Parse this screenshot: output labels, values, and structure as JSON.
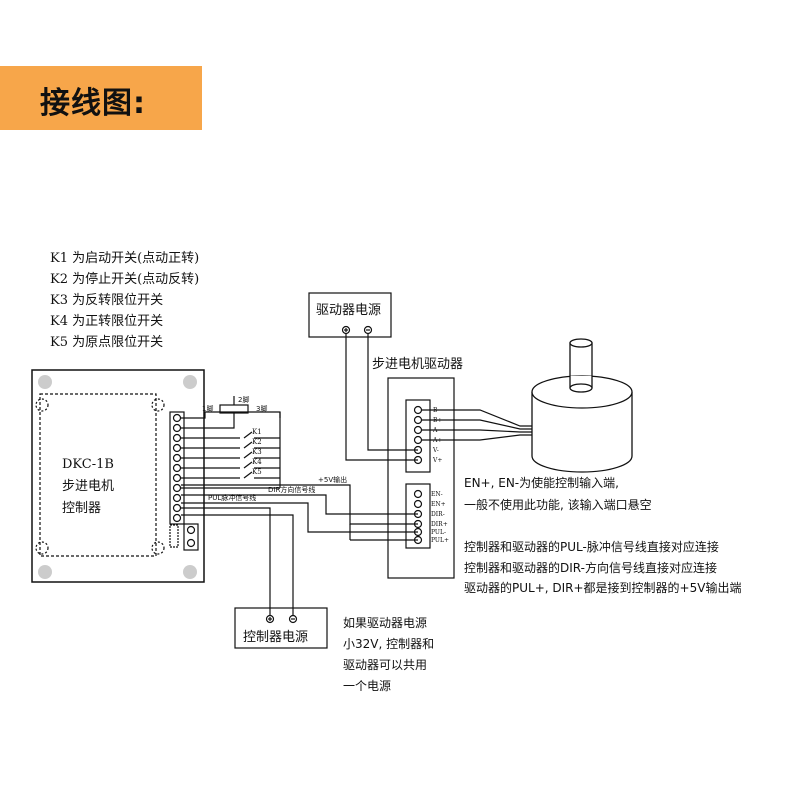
{
  "title": "接线图:",
  "legend": [
    "K1 为启动开关(点动正转)",
    "K2 为停止开关(点动反转)",
    "K3 为反转限位开关",
    "K4 为正转限位开关",
    "K5 为原点限位开关"
  ],
  "controller": {
    "line1": "DKC-1B",
    "line2": "步进电机",
    "line3": "控制器"
  },
  "pot_labels": {
    "pin1": "1脚",
    "pin2": "2脚",
    "pin3": "3脚"
  },
  "switch_labels": [
    "K1",
    "K2",
    "K3",
    "K4",
    "K5"
  ],
  "wire_labels": {
    "v5": "+5V输出",
    "dir": "DIR方向信号线",
    "pul": "PUL脉冲信号线"
  },
  "driver_power": "驱动器电源",
  "controller_power": "控制器电源",
  "driver_label": "步进电机驱动器",
  "driver_terminals_top": [
    "B-",
    "B+",
    "A-",
    "A+",
    "V-",
    "V+"
  ],
  "driver_terminals_bottom": [
    "EN-",
    "EN+",
    "DIR-",
    "DIR+",
    "PUL-",
    "PUL+"
  ],
  "notes": {
    "en_line1": "EN+, EN-为使能控制输入端,",
    "en_line2": "一般不使用此功能, 该输入端口悬空",
    "wire_line1": "控制器和驱动器的PUL-脉冲信号线直接对应连接",
    "wire_line2": "控制器和驱动器的DIR-方向信号线直接对应连接",
    "wire_line3": "驱动器的PUL+, DIR+都是接到控制器的+5V输出端"
  },
  "power_note": [
    "如果驱动器电源",
    "小32V, 控制器和",
    "驱动器可以共用",
    "一个电源"
  ],
  "colors": {
    "title_band": "#f7a64a",
    "line": "#111111"
  }
}
